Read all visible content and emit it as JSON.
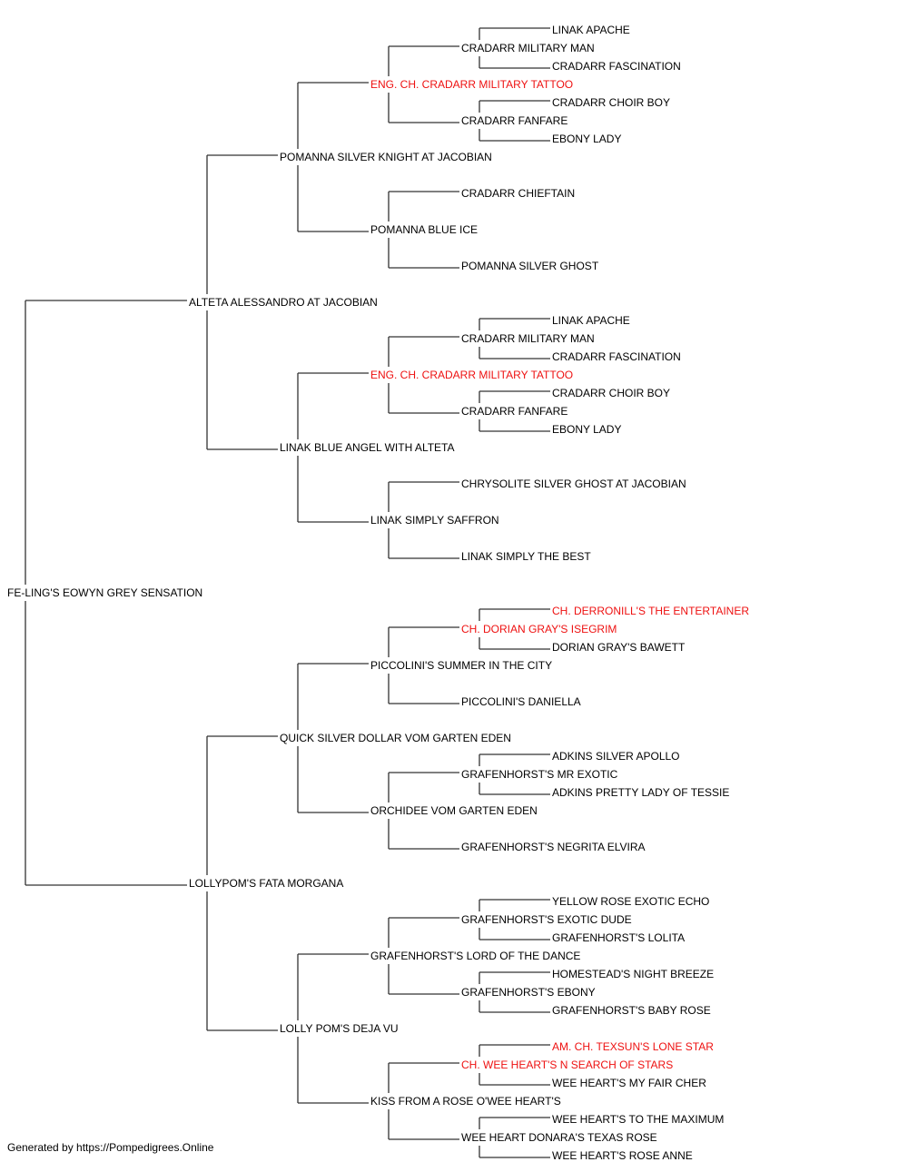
{
  "colors": {
    "line": "#333333",
    "text": "#000000",
    "champion": "#ee1111"
  },
  "pedigree": {
    "name": "FE-LING'S EOWYN GREY SENSATION",
    "sire": {
      "name": "ALTETA ALESSANDRO AT JACOBIAN",
      "sire": {
        "name": "POMANNA SILVER KNIGHT AT JACOBIAN",
        "sire": {
          "name": "ENG. CH. CRADARR MILITARY TATTOO",
          "champion": true,
          "sire": {
            "name": "CRADARR MILITARY MAN",
            "sire": {
              "name": "LINAK APACHE"
            },
            "dam": {
              "name": "CRADARR FASCINATION"
            }
          },
          "dam": {
            "name": "CRADARR FANFARE",
            "sire": {
              "name": "CRADARR CHOIR BOY"
            },
            "dam": {
              "name": "EBONY LADY"
            }
          }
        },
        "dam": {
          "name": "POMANNA BLUE ICE",
          "sire": {
            "name": "CRADARR CHIEFTAIN"
          },
          "dam": {
            "name": "POMANNA SILVER GHOST"
          }
        }
      },
      "dam": {
        "name": "LINAK BLUE ANGEL WITH ALTETA",
        "sire": {
          "name": "ENG. CH. CRADARR MILITARY TATTOO",
          "champion": true,
          "sire": {
            "name": "CRADARR MILITARY MAN",
            "sire": {
              "name": "LINAK APACHE"
            },
            "dam": {
              "name": "CRADARR FASCINATION"
            }
          },
          "dam": {
            "name": "CRADARR FANFARE",
            "sire": {
              "name": "CRADARR CHOIR BOY"
            },
            "dam": {
              "name": "EBONY LADY"
            }
          }
        },
        "dam": {
          "name": "LINAK SIMPLY SAFFRON",
          "sire": {
            "name": "CHRYSOLITE SILVER GHOST AT JACOBIAN"
          },
          "dam": {
            "name": "LINAK SIMPLY THE BEST"
          }
        }
      }
    },
    "dam": {
      "name": "LOLLYPOM'S FATA MORGANA",
      "sire": {
        "name": "QUICK SILVER DOLLAR VOM GARTEN EDEN",
        "sire": {
          "name": "PICCOLINI'S SUMMER IN THE CITY",
          "sire": {
            "name": "CH. DORIAN GRAY'S ISEGRIM",
            "champion": true,
            "sire": {
              "name": "CH. DERRONILL'S THE ENTERTAINER",
              "champion": true
            },
            "dam": {
              "name": "DORIAN GRAY'S BAWETT"
            }
          },
          "dam": {
            "name": "PICCOLINI'S DANIELLA"
          }
        },
        "dam": {
          "name": "ORCHIDEE VOM GARTEN EDEN",
          "sire": {
            "name": "GRAFENHORST'S MR EXOTIC",
            "sire": {
              "name": "ADKINS SILVER APOLLO"
            },
            "dam": {
              "name": "ADKINS PRETTY LADY OF TESSIE"
            }
          },
          "dam": {
            "name": "GRAFENHORST'S NEGRITA ELVIRA"
          }
        }
      },
      "dam": {
        "name": "LOLLY POM'S DEJA VU",
        "sire": {
          "name": "GRAFENHORST'S LORD OF THE DANCE",
          "sire": {
            "name": "GRAFENHORST'S EXOTIC DUDE",
            "sire": {
              "name": "YELLOW ROSE EXOTIC ECHO"
            },
            "dam": {
              "name": "GRAFENHORST'S LOLITA"
            }
          },
          "dam": {
            "name": "GRAFENHORST'S EBONY",
            "sire": {
              "name": "HOMESTEAD'S NIGHT BREEZE"
            },
            "dam": {
              "name": "GRAFENHORST'S BABY ROSE"
            }
          }
        },
        "dam": {
          "name": "KISS FROM A ROSE O'WEE HEART'S",
          "sire": {
            "name": "CH. WEE HEART'S N SEARCH OF STARS",
            "champion": true,
            "sire": {
              "name": "AM. CH. TEXSUN'S LONE STAR",
              "champion": true
            },
            "dam": {
              "name": "WEE HEART'S MY FAIR CHER"
            }
          },
          "dam": {
            "name": "WEE HEART DONARA'S TEXAS ROSE",
            "sire": {
              "name": "WEE HEART'S TO THE MAXIMUM"
            },
            "dam": {
              "name": "WEE HEART'S ROSE ANNE"
            }
          }
        }
      }
    }
  },
  "footer": "Generated by https://Pompedigrees.Online"
}
